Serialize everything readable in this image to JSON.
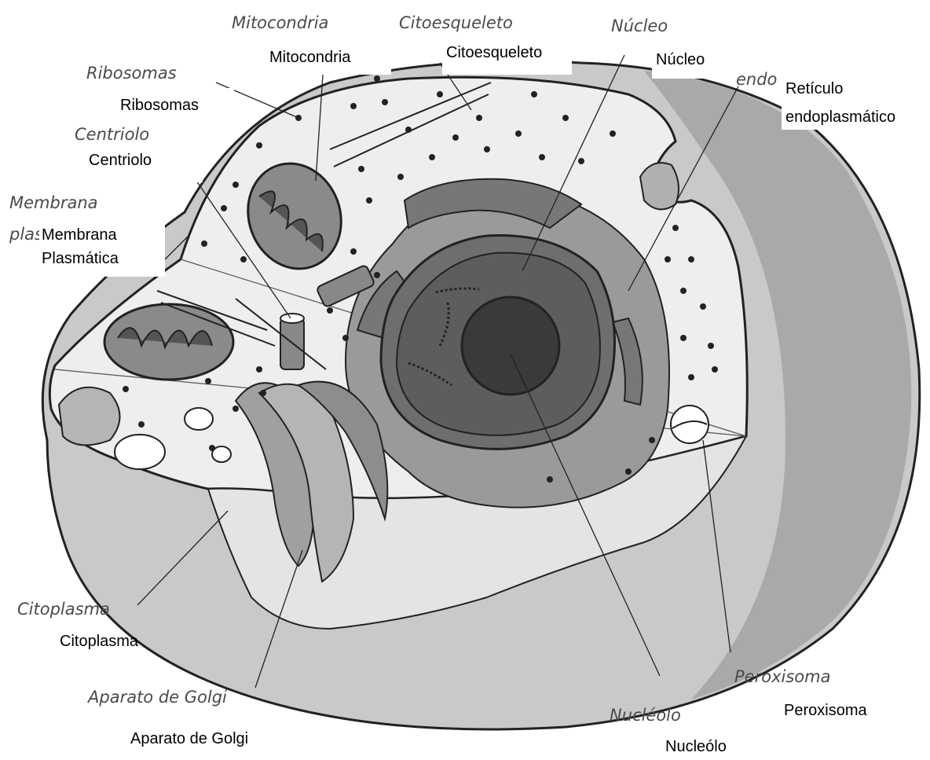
{
  "diagram": {
    "handwritten_labels": {
      "mitocondria": "Mitocondria",
      "citoesqueleto": "Citoesqueleto",
      "nucleo": "Núcleo",
      "ribosomas": "Ribosomas",
      "centriolo": "Centriolo",
      "membrana_line1": "Membrana",
      "membrana_line2": "plas",
      "reticulo": "endo",
      "citoplasma": "Citoplasma",
      "golgi": "Aparato de Golgi",
      "nucleolo": "Nucléolo",
      "peroxisoma": "Peroxisoma"
    },
    "typed_labels": {
      "mitocondria": "Mitocondria",
      "citoesqueleto": "Citoesqueleto",
      "nucleo": "Núcleo",
      "ribosomas": "Ribosomas",
      "centriolo": "Centriolo",
      "membrana_line1": "Membrana",
      "membrana_line2": "Plasmática",
      "reticulo_line1": "Retículo",
      "reticulo_line2": "endoplasmático",
      "citoplasma": "Citoplasma",
      "golgi": "Aparato de Golgi",
      "nucleolo": "Nucleólo",
      "peroxisoma": "Peroxisoma"
    }
  }
}
